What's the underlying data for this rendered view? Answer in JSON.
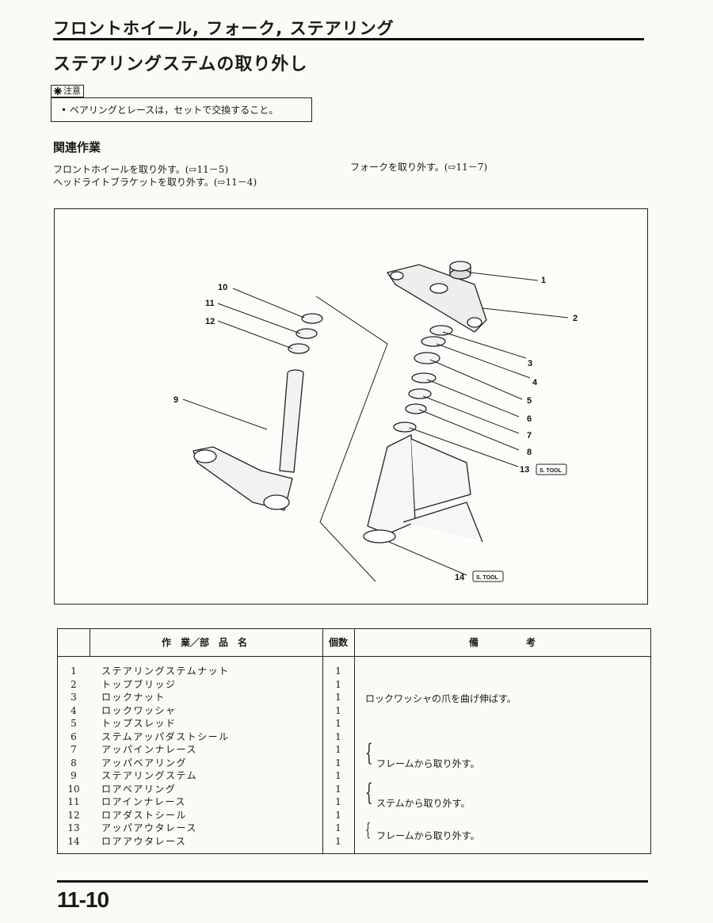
{
  "header": {
    "section_title": "フロントホイール, フォーク, ステアリング",
    "page_title": "ステアリングステムの取り外し"
  },
  "caution": {
    "tag": "注意",
    "text": "• ベアリングとレースは，セットで交換すること。"
  },
  "related": {
    "title": "関連作業",
    "items": [
      "フロントホイールを取り外す。(⇨11－5)",
      "ヘッドライトブラケットを取り外す。(⇨11－4)",
      "フォークを取り外す。(⇨11－7)"
    ]
  },
  "figure": {
    "callouts": [
      "1",
      "2",
      "3",
      "4",
      "5",
      "6",
      "7",
      "8",
      "9",
      "10",
      "11",
      "12",
      "13",
      "14"
    ],
    "tool_label": "S. TOOL"
  },
  "table": {
    "headers": {
      "name": "作　業／部　品　名",
      "qty": "個数",
      "remarks": "備　　　　　考"
    },
    "rows": [
      {
        "no": "1",
        "name": "ステアリングステムナット",
        "qty": "1"
      },
      {
        "no": "2",
        "name": "トップブリッジ",
        "qty": "1"
      },
      {
        "no": "3",
        "name": "ロックナット",
        "qty": "1"
      },
      {
        "no": "4",
        "name": "ロックワッシャ",
        "qty": "1"
      },
      {
        "no": "5",
        "name": "トップスレッド",
        "qty": "1"
      },
      {
        "no": "6",
        "name": "ステムアッパダストシール",
        "qty": "1"
      },
      {
        "no": "7",
        "name": "アッパインナレース",
        "qty": "1"
      },
      {
        "no": "8",
        "name": "アッパベアリング",
        "qty": "1"
      },
      {
        "no": "9",
        "name": "ステアリングステム",
        "qty": "1"
      },
      {
        "no": "10",
        "name": "ロアベアリング",
        "qty": "1"
      },
      {
        "no": "11",
        "name": "ロアインナレース",
        "qty": "1"
      },
      {
        "no": "12",
        "name": "ロアダストシール",
        "qty": "1"
      },
      {
        "no": "13",
        "name": "アッパアウタレース",
        "qty": "1"
      },
      {
        "no": "14",
        "name": "ロアアウタレース",
        "qty": "1"
      }
    ],
    "remarks": {
      "row3": "ロックワッシャの爪を曲げ伸ばす。",
      "group_7_9": "フレームから取り外す。",
      "group_10_12": "ステムから取り外す。",
      "group_13_14": "フレームから取り外す。"
    }
  },
  "footer": {
    "page_number": "11-10"
  }
}
